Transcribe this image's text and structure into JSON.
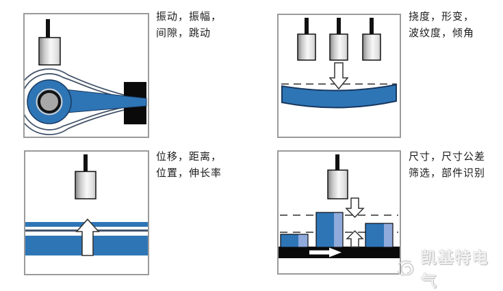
{
  "panels": [
    {
      "name": "vibration",
      "label_line1": "振动，振幅，",
      "label_line2": "间隙，跳动"
    },
    {
      "name": "deflection",
      "label_line1": "挠度，形变，",
      "label_line2": "波纹度，倾角"
    },
    {
      "name": "displacement",
      "label_line1": "位移，距离，",
      "label_line2": "位置，伸长率"
    },
    {
      "name": "dimension-sorting",
      "label_line1": "尺寸，尺寸公差",
      "label_line2": "筛选，部件识别"
    }
  ],
  "watermark": {
    "text": "凯基特电气",
    "logo_icon": "swirl-globe-logo"
  },
  "colors": {
    "primary_blue": "#2e75b6",
    "dark_navy": "#17375e",
    "arc_blue_gray": "#44546a",
    "light_block_blue": "#8faadb",
    "belt_black": "#0a0a0a",
    "panel_border": "#9a9a9a",
    "label_text": "#1a1a1a",
    "watermark_gray": "#f2f2f2"
  }
}
